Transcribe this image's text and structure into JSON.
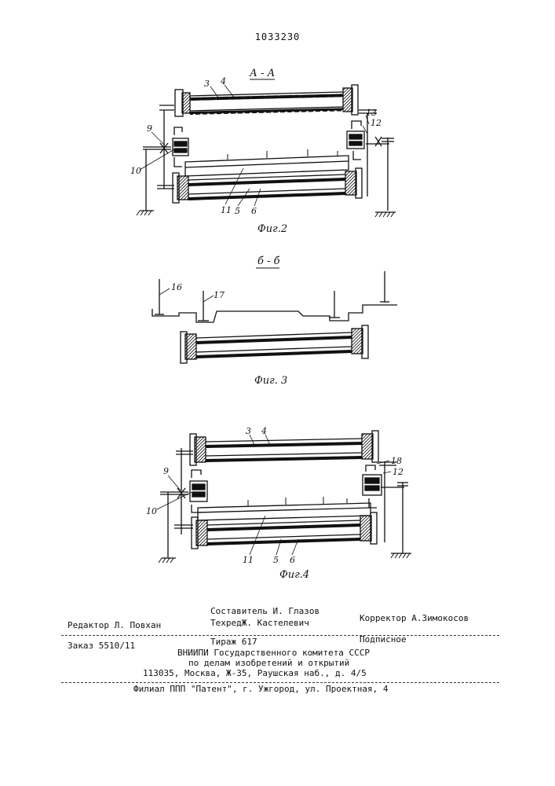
{
  "patent_number": "1033230",
  "figures": {
    "fig2": {
      "section": "А - А",
      "caption": "Фиг.2",
      "labels": [
        "3",
        "4",
        "9",
        "10",
        "11",
        "5",
        "6",
        "12",
        "13"
      ]
    },
    "fig3": {
      "section": "б - б",
      "caption": "Фиг. 3",
      "labels": [
        "16",
        "17"
      ]
    },
    "fig4": {
      "caption": "Фиг.4",
      "labels": [
        "3",
        "4",
        "9",
        "10",
        "11",
        "5",
        "6",
        "18",
        "12"
      ]
    }
  },
  "imprint": {
    "editor": "Редактор Л. Повхан",
    "compiler": "Составитель И. Глазов",
    "techred": "ТехредЖ. Кастелевич",
    "corrector": "Корректор А.Зимокосов",
    "order": "Заказ 5510/11",
    "circulation": "Тираж 617",
    "subscription": "Подписное",
    "org_line1": "ВНИИПИ Государственного комитета СССР",
    "org_line2": "по делам изобретений и открытий",
    "address": "113035, Москва, Ж-35, Раушская наб., д. 4/5",
    "branch": "Филиал ППП \"Патент\", г. Ужгород, ул. Проектная, 4"
  }
}
